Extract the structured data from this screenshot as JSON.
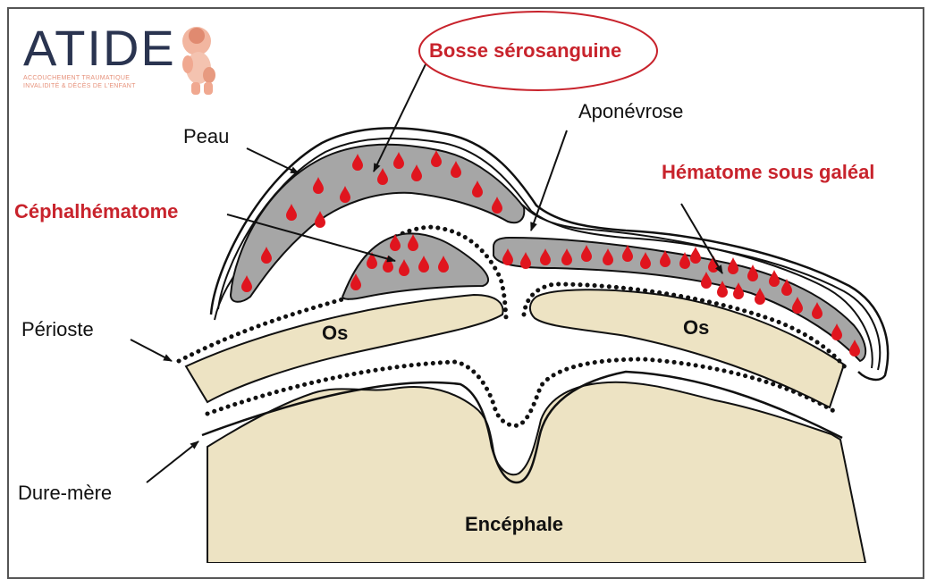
{
  "logo": {
    "title": "ATIDE",
    "subtitle_line1": "ACCOUCHEMENT TRAUMATIQUE",
    "subtitle_line2": "INVALIDITÉ & DÉCÈS DE L'ENFANT"
  },
  "labels": {
    "bosse": "Bosse sérosanguine",
    "aponevrose": "Aponévrose",
    "peau": "Peau",
    "hematome": "Hématome sous galéal",
    "cephalhematome": "Céphalhématome",
    "perioste": "Périoste",
    "os_left": "Os",
    "os_right": "Os",
    "dure_mere": "Dure-mère",
    "encephale": "Encéphale"
  },
  "colors": {
    "bone": "#ede3c3",
    "blood_layer": "#a6a6a6",
    "blood_drop": "#e0151e",
    "highlight_red": "#c8232c",
    "outline": "#111111"
  }
}
